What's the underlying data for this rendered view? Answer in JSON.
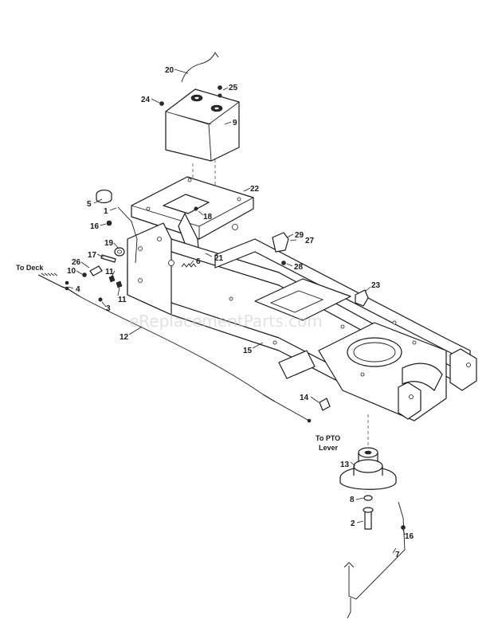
{
  "diagram": {
    "watermark": "eReplacementParts.com",
    "notes": {
      "to_deck": "To Deck",
      "to_pto_line1": "To PTO",
      "to_pto_line2": "Lever"
    },
    "callouts": [
      {
        "id": "c20",
        "label": "20"
      },
      {
        "id": "c25",
        "label": "25"
      },
      {
        "id": "c24",
        "label": "24"
      },
      {
        "id": "c9",
        "label": "9"
      },
      {
        "id": "c22",
        "label": "22"
      },
      {
        "id": "c5",
        "label": "5"
      },
      {
        "id": "c1",
        "label": "1"
      },
      {
        "id": "c18",
        "label": "18"
      },
      {
        "id": "c16a",
        "label": "16"
      },
      {
        "id": "c29",
        "label": "29"
      },
      {
        "id": "c27",
        "label": "27"
      },
      {
        "id": "c19",
        "label": "19"
      },
      {
        "id": "c21",
        "label": "21"
      },
      {
        "id": "c17",
        "label": "17"
      },
      {
        "id": "c6",
        "label": "6"
      },
      {
        "id": "c28",
        "label": "28"
      },
      {
        "id": "c26",
        "label": "26"
      },
      {
        "id": "c10",
        "label": "10"
      },
      {
        "id": "c11a",
        "label": "11"
      },
      {
        "id": "c4",
        "label": "4"
      },
      {
        "id": "c11b",
        "label": "11"
      },
      {
        "id": "c23",
        "label": "23"
      },
      {
        "id": "c3",
        "label": "3"
      },
      {
        "id": "c12",
        "label": "12"
      },
      {
        "id": "c15",
        "label": "15"
      },
      {
        "id": "c14",
        "label": "14"
      },
      {
        "id": "c13",
        "label": "13"
      },
      {
        "id": "c8",
        "label": "8"
      },
      {
        "id": "c2",
        "label": "2"
      },
      {
        "id": "c16b",
        "label": "16"
      },
      {
        "id": "c7",
        "label": "7"
      }
    ]
  }
}
